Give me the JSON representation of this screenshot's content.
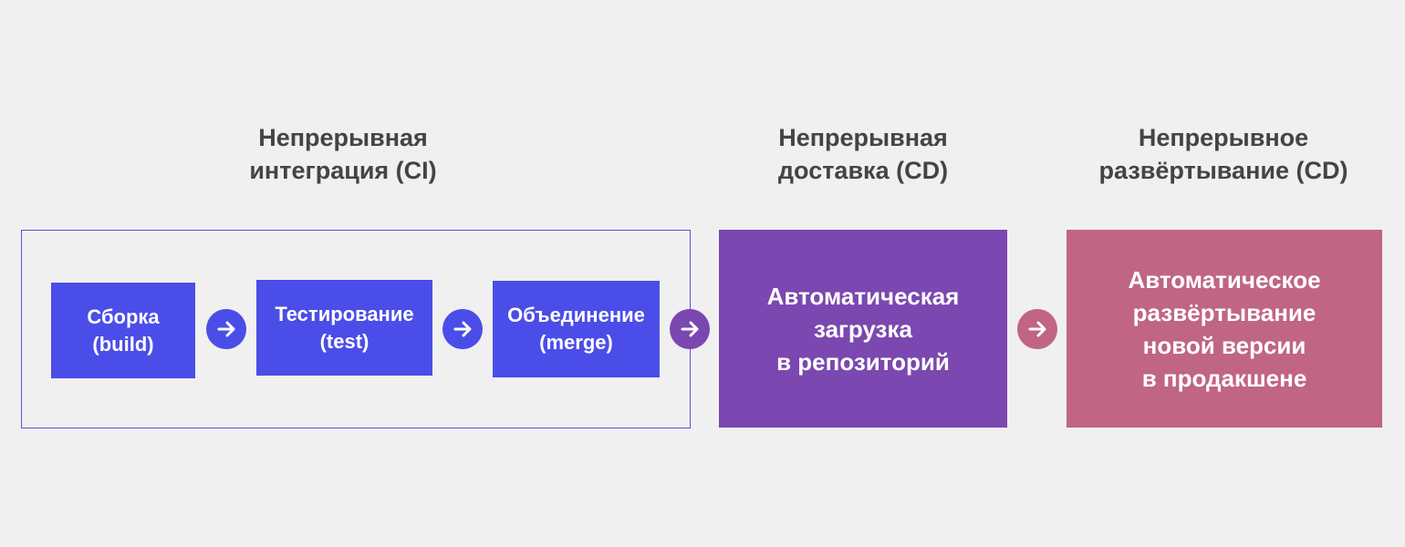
{
  "headings": {
    "ci": [
      "Непрерывная",
      "интеграция (CI)"
    ],
    "cd_delivery": [
      "Непрерывная",
      "доставка (CD)"
    ],
    "cd_deploy": [
      "Непрерывное",
      "развёртывание (CD)"
    ]
  },
  "ci_steps": [
    {
      "title": "Сборка",
      "sub": "(build)"
    },
    {
      "title": "Тестирование",
      "sub": "(test)"
    },
    {
      "title": "Объединение",
      "sub": "(merge)"
    }
  ],
  "delivery_box": [
    "Автоматическая",
    "загрузка",
    "в репозиторий"
  ],
  "deploy_box": [
    "Автоматическое",
    "развёртывание",
    "новой версии",
    "в продакшене"
  ],
  "colors": {
    "ci": "#4b4de8",
    "delivery": "#7b47b0",
    "deploy": "#c06583",
    "background": "#f0f0f0",
    "heading": "#444444"
  }
}
